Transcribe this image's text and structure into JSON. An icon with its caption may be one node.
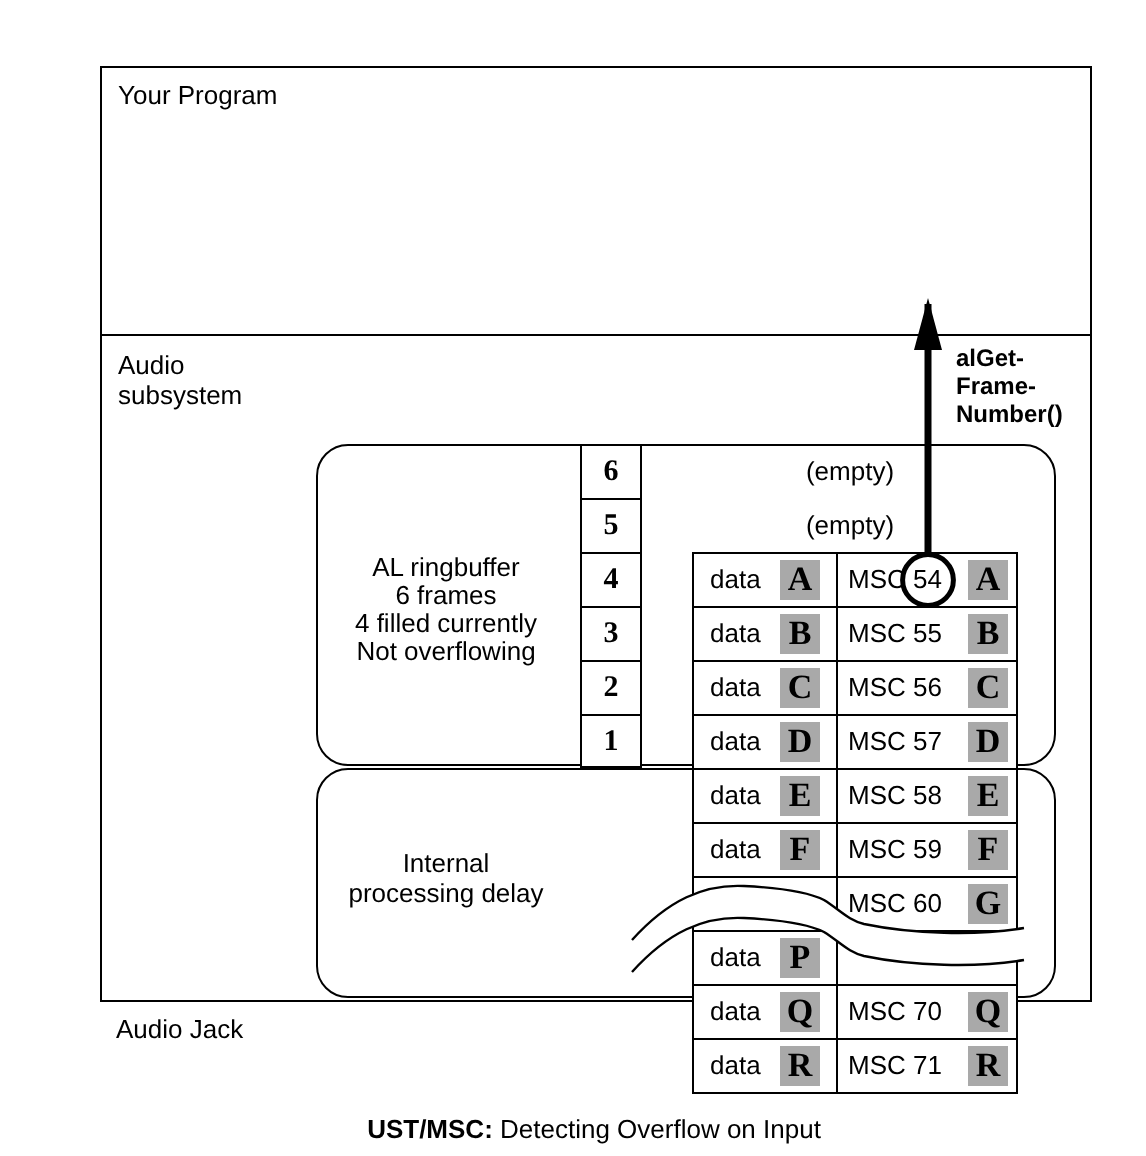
{
  "diagram": {
    "caption": "**UST/MSC:** Detecting Overflow on Input",
    "nodes": [
      {
        "text": [
          "Your Program"
        ]
      },
      {
        "text": [
          "Audio subsystem"
        ]
      },
      {
        "text": [
          "AL ringbuffer",
          "6 frames",
          "4 filled currently",
          "Not overflowing"
        ],
        "in": 1
      },
      {
        "text": [],
        "shape": "circle",
        "in": 2
      },
      {
        "text": [
          "Internal processing delay"
        ],
        "in": 1
      }
    ],
    "edges": [
      {
        "from": 3,
        "to": 0,
        "arrow": "to",
        "label": "alGet- Frame- Number()"
      }
    ],
    "labels": [
      "6",
      "(empty)",
      "5",
      "(empty)",
      "4",
      "data",
      "A",
      "MSC 54",
      "A",
      "3",
      "data",
      "B",
      "MSC 55",
      "B",
      "2",
      "data",
      "C",
      "MSC 56",
      "C",
      "1",
      "data",
      "D",
      "MSC 57",
      "D",
      "data",
      "E",
      "MSC 58",
      "E",
      "data",
      "F",
      "MSC 59",
      "F",
      "MSC 60",
      "G",
      "data",
      "P",
      "data",
      "Q",
      "MSC 70",
      "Q",
      "Audio Jack",
      "data",
      "R",
      "MSC 71",
      "R"
    ]
  }
}
